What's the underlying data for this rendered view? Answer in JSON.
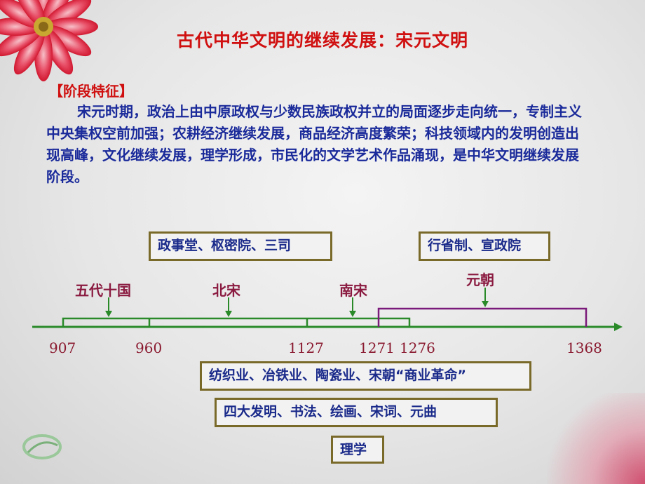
{
  "title": "古代中华文明的继续发展：宋元文明",
  "section": {
    "heading": "【阶段特征】",
    "body": "宋元时期，政治上由中原政权与少数民族政权并立的局面逐步走向统一，专制主义中央集权空前加强；农耕经济继续发展，商品经济高度繁荣；科技领域内的发明创造出现高峰，文化继续发展，理学形成，市民化的文学艺术作品涌现，是中华文明继续发展阶段。"
  },
  "timeline": {
    "top_boxes": [
      "政事堂、枢密院、三司",
      "行省制、宣政院"
    ],
    "periods": [
      "五代十国",
      "北宋",
      "南宋",
      "元朝"
    ],
    "years": [
      "907",
      "960",
      "1127",
      "1271",
      "1276",
      "1368"
    ],
    "bottom_boxes": [
      "纺织业、冶铁业、陶瓷业、宋朝“商业革命”",
      "四大发明、书法、绘画、宋词、元曲",
      "理学"
    ]
  },
  "colors": {
    "title": "#d01010",
    "body_text": "#1a2a9a",
    "timeline_green": "#2a8a2a",
    "yuan_bracket": "#7a1a7a",
    "box_border": "#7a6a2a",
    "period_label": "#8a1a40"
  },
  "icons": [
    "red-flower-decoration",
    "dearedu-logo"
  ]
}
